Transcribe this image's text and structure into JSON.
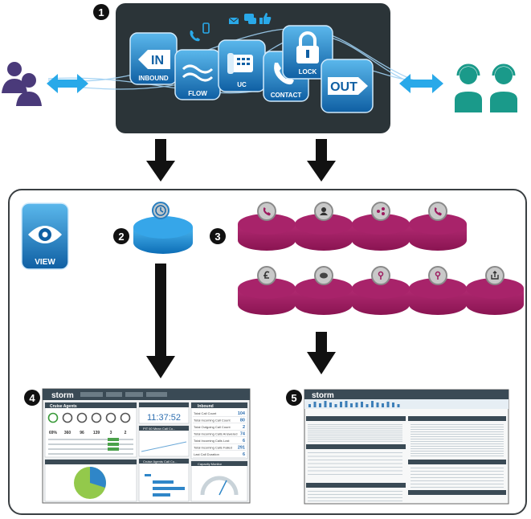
{
  "steps": [
    "1",
    "2",
    "3",
    "4",
    "5"
  ],
  "top_panel": {
    "tiles": {
      "inbound": {
        "badge": "IN",
        "label": "INBOUND"
      },
      "flow": {
        "label": "FLOW"
      },
      "uc": {
        "label": "UC"
      },
      "contact": {
        "label": "CONTACT"
      },
      "lock": {
        "label": "LOCK"
      },
      "outbound": {
        "badge": "OUT"
      }
    },
    "channel_icons": [
      "phone-icon",
      "mobile-icon",
      "email-icon",
      "chat-icon",
      "thumbs-up-icon"
    ]
  },
  "view_tile": {
    "label": "VIEW"
  },
  "data_sources": {
    "row1": [
      "phone-icon",
      "agent-icon",
      "network-icon",
      "phone-icon"
    ],
    "row2": [
      "pound-icon",
      "chat-icon",
      "key-icon",
      "key-icon",
      "export-icon"
    ]
  },
  "dashboard": {
    "brand": "storm",
    "agents_title": "Cruise Agents",
    "clock": "11:37:52",
    "inbound_title": "Inbound",
    "inbound_rows": [
      {
        "label": "Total Call Count",
        "value": "104"
      },
      {
        "label": "Total Incoming Call Count",
        "value": "80"
      },
      {
        "label": "Total Outgoing Call Count",
        "value": "2"
      },
      {
        "label": "Total Incoming Calls Answered",
        "value": "74"
      },
      {
        "label": "Total Incoming Calls Lost",
        "value": "6"
      },
      {
        "label": "Total Incoming Calls Failed",
        "value": "291"
      },
      {
        "label": "Last Call Duration",
        "value": "6"
      }
    ],
    "agent_stats": [
      "69%",
      "360",
      "96",
      "139",
      "3",
      "2"
    ],
    "capacity_title": "Capacity Monitor",
    "chart_panel_title": "Cruise Agents Call Co...",
    "pit_title": "PIT 60 Mean Call Co..."
  },
  "report": {
    "brand": "storm"
  },
  "colors": {
    "panel_dark": "#2b3438",
    "blue": "#1565a8",
    "magenta": "#9c1a5e",
    "teal": "#1a9a8a",
    "person": "#4a3a7a"
  }
}
